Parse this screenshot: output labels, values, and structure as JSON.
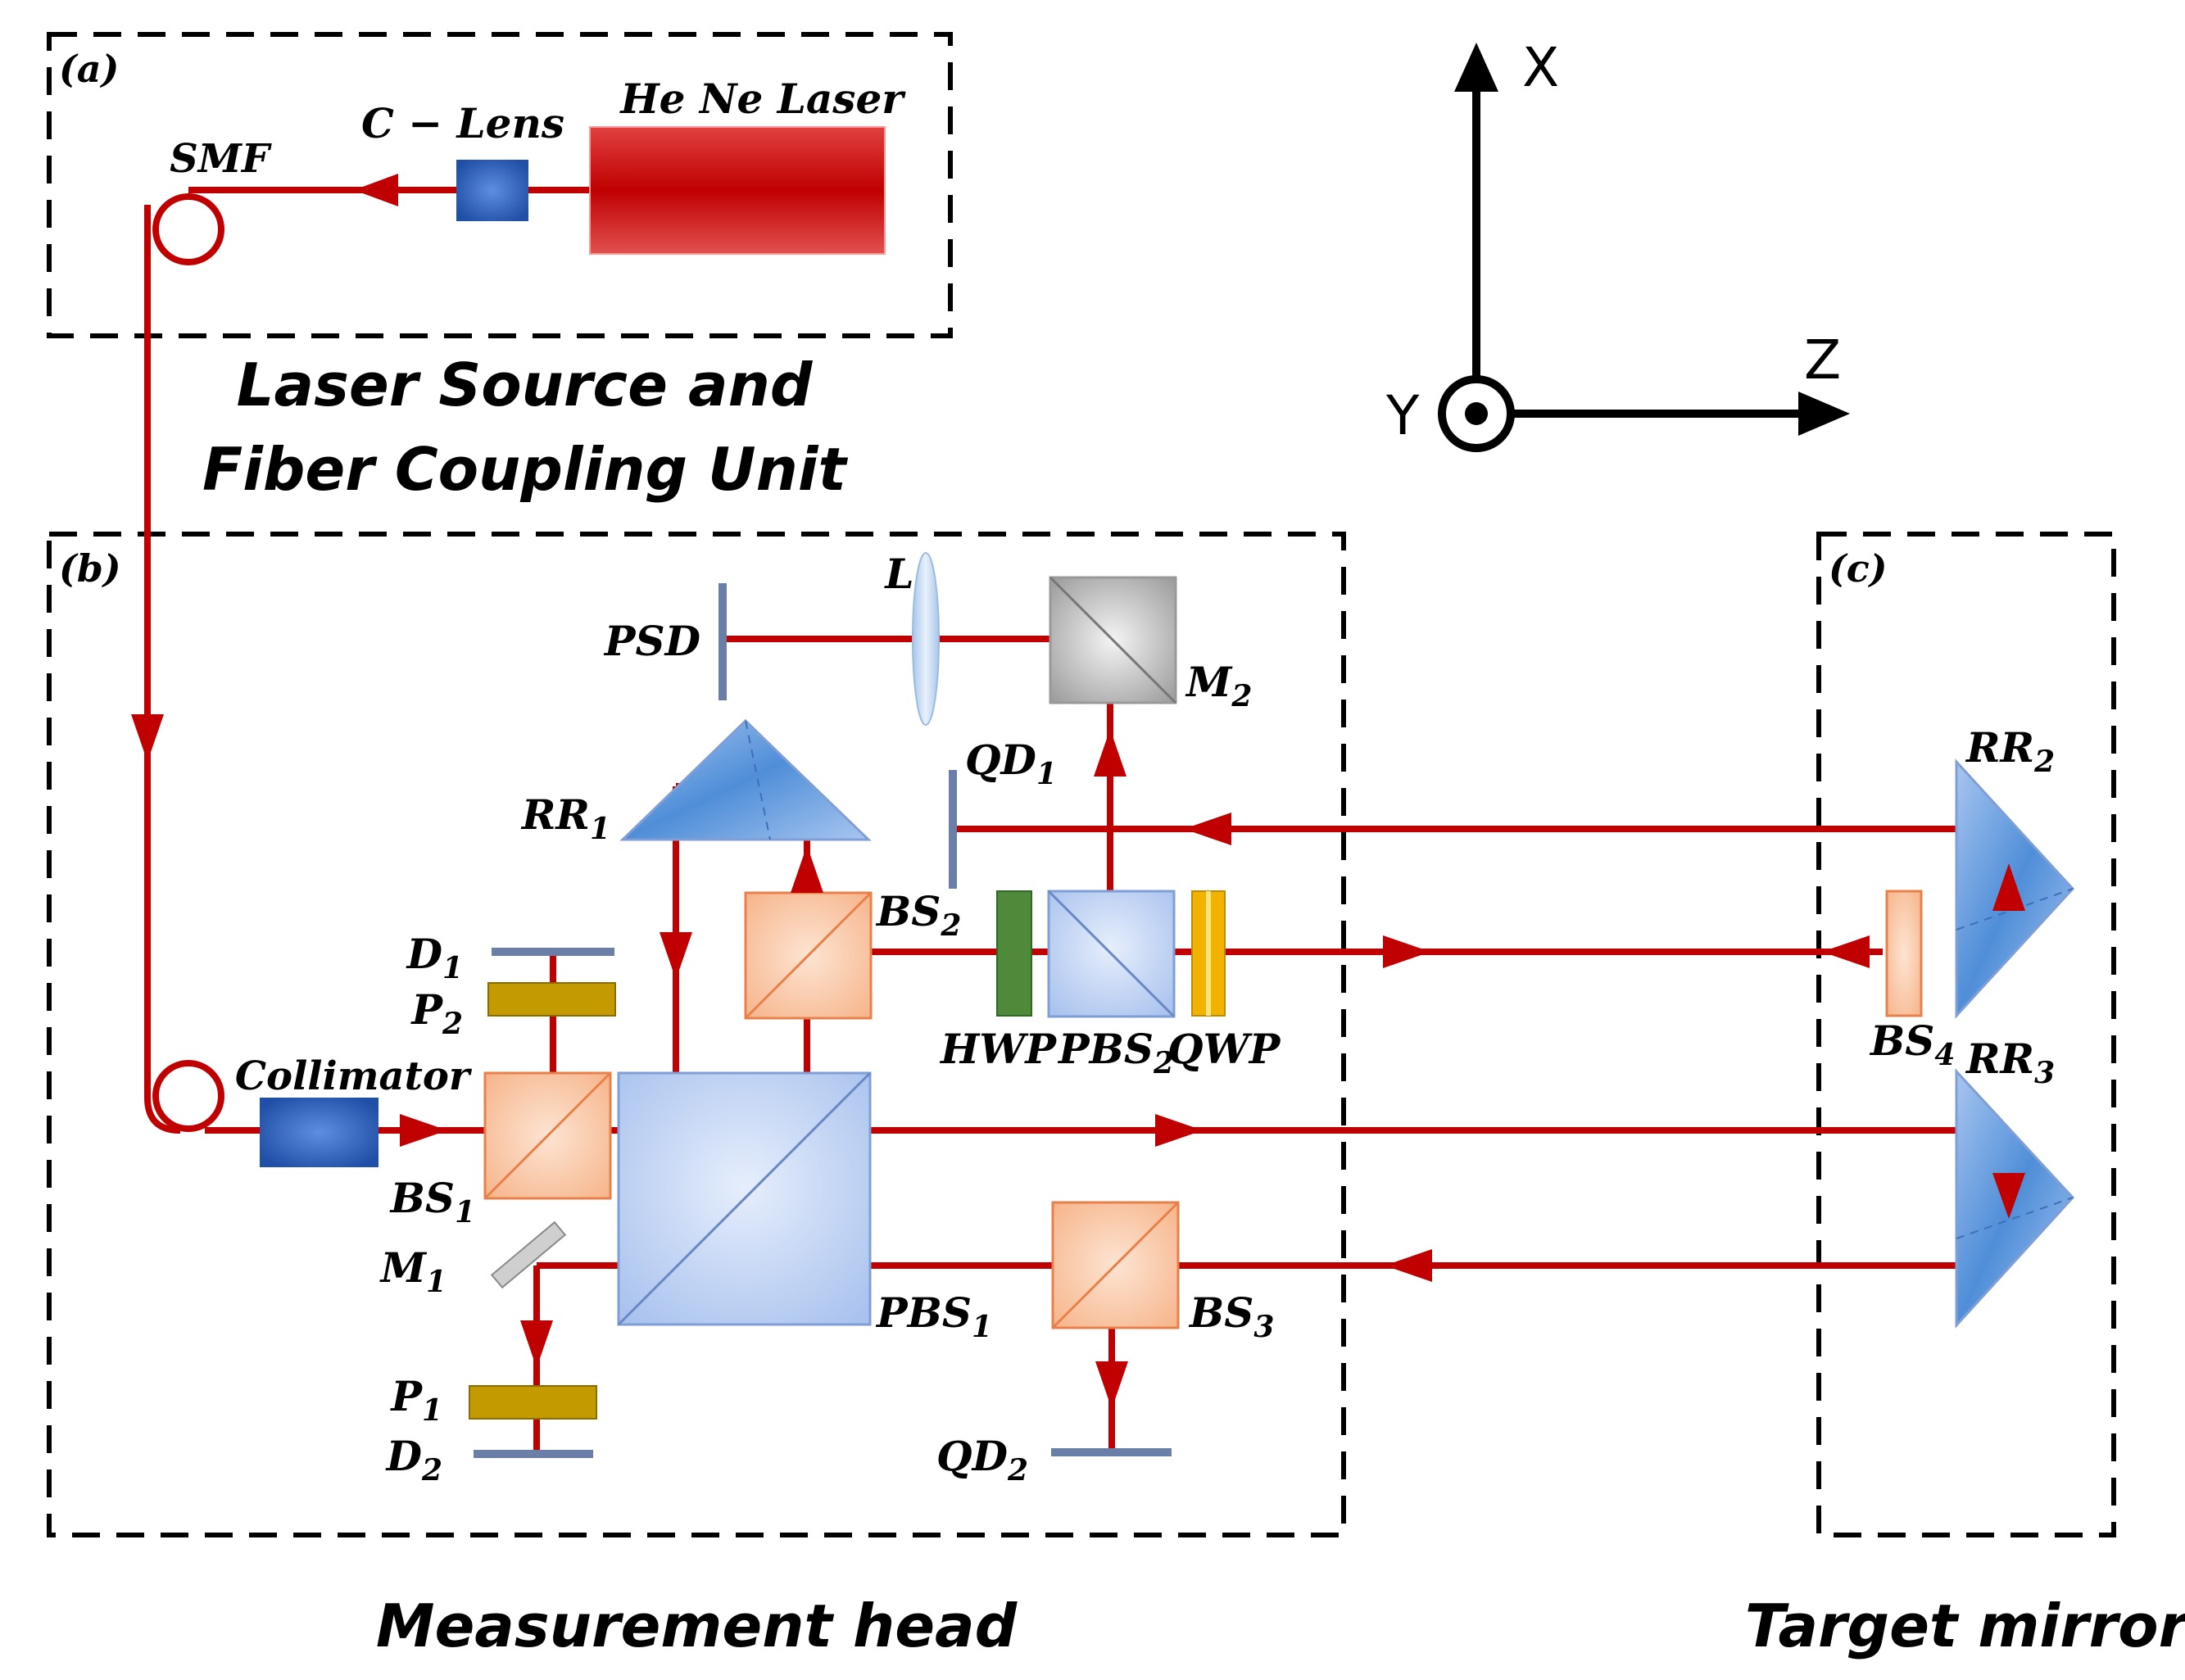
{
  "panels": {
    "a": {
      "tag": "(a)",
      "caption_line1": "Laser Source and",
      "caption_line2": "Fiber Coupling Unit"
    },
    "b": {
      "tag": "(b)",
      "caption": "Measurement head"
    },
    "c": {
      "tag": "(c)",
      "caption": "Target mirror"
    }
  },
  "axes": {
    "x": "X",
    "y": "Y",
    "z": "Z"
  },
  "components": {
    "laser": "He Ne Laser",
    "c_lens": "C − Lens",
    "smf": "SMF",
    "collimator": "Collimator",
    "psd": "PSD",
    "lens": "L",
    "hwp": "HWP",
    "qwp": "QWP"
  },
  "subscripted": {
    "m2": {
      "base": "M",
      "sub": "2"
    },
    "qd1": {
      "base": "QD",
      "sub": "1"
    },
    "rr1": {
      "base": "RR",
      "sub": "1"
    },
    "bs2": {
      "base": "BS",
      "sub": "2"
    },
    "d1": {
      "base": "D",
      "sub": "1"
    },
    "p2": {
      "base": "P",
      "sub": "2"
    },
    "pbs2": {
      "base": "PBS",
      "sub": "2"
    },
    "bs1": {
      "base": "BS",
      "sub": "1"
    },
    "m1": {
      "base": "M",
      "sub": "1"
    },
    "pbs1": {
      "base": "PBS",
      "sub": "1"
    },
    "bs3": {
      "base": "BS",
      "sub": "3"
    },
    "p1": {
      "base": "P",
      "sub": "1"
    },
    "d2": {
      "base": "D",
      "sub": "2"
    },
    "qd2": {
      "base": "QD",
      "sub": "2"
    },
    "rr2": {
      "base": "RR",
      "sub": "2"
    },
    "bs4": {
      "base": "BS",
      "sub": "4"
    },
    "rr3": {
      "base": "RR",
      "sub": "3"
    }
  },
  "colors": {
    "beam": "#c00000",
    "laser": "#cc0000",
    "cube_blue": "#9db8ea",
    "cube_orange": "#f6b48a",
    "polarizer": "#c39a00",
    "hwp": "#4e8a3a",
    "qwp": "#f2b300",
    "lens_blue": "#1f4fa6"
  }
}
